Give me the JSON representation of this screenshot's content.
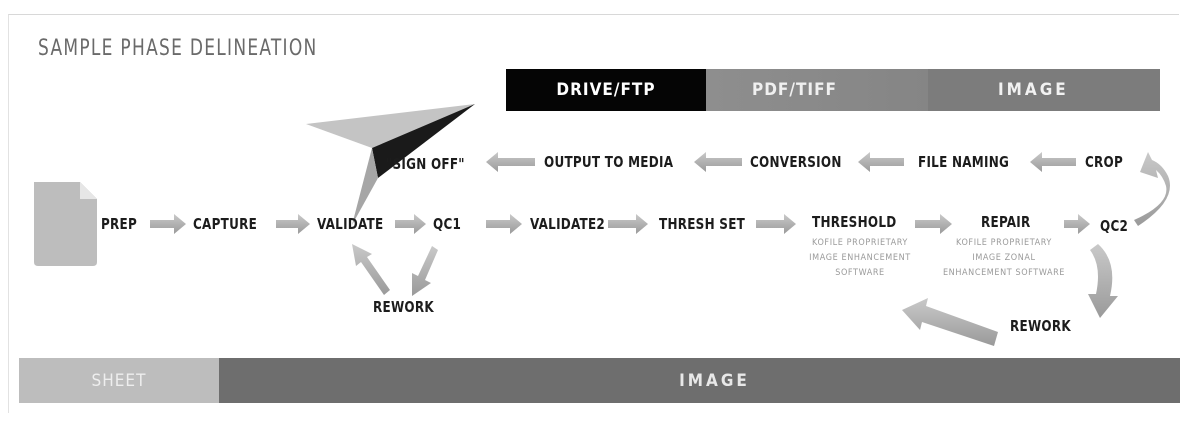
{
  "title": "SAMPLE PHASE DELINEATION",
  "top_bar": {
    "segments": [
      {
        "label": "DRIVE/FTP",
        "color": "#050505"
      },
      {
        "label": "PDF/TIFF",
        "color": "#8a8a8a"
      },
      {
        "label": "IMAGE",
        "color": "#7a7a7a"
      }
    ]
  },
  "bottom_bar": {
    "segments": [
      {
        "label": "SHEET",
        "color": "#bdbdbd"
      },
      {
        "label": "IMAGE",
        "color": "#6e6e6e"
      }
    ]
  },
  "steps": {
    "prep": "PREP",
    "capture": "CAPTURE",
    "validate": "VALIDATE",
    "qc1": "QC1",
    "validate2": "VALIDATE2",
    "thresh_set": "THRESH SET",
    "threshold": "THRESHOLD",
    "repair": "REPAIR",
    "qc2": "QC2",
    "rework_left": "REWORK",
    "rework_right": "REWORK",
    "crop": "CROP",
    "file_naming": "FILE NAMING",
    "conversion": "CONVERSION",
    "output_to_media": "OUTPUT TO MEDIA",
    "sign_off": "\"SIGN OFF\""
  },
  "notes": {
    "threshold": [
      "KOFILE PROPRIETARY",
      "IMAGE ENHANCEMENT",
      "SOFTWARE"
    ],
    "repair": [
      "KOFILE PROPRIETARY",
      "IMAGE ZONAL",
      "ENHANCEMENT SOFTWARE"
    ]
  },
  "colors": {
    "arrow": "#a9a9a9",
    "document": "#bdbdbd",
    "plane_dark": "#1a1a1a",
    "plane_light": "#a6a6a6"
  },
  "icons": [
    "document-icon",
    "paper-plane-icon"
  ]
}
